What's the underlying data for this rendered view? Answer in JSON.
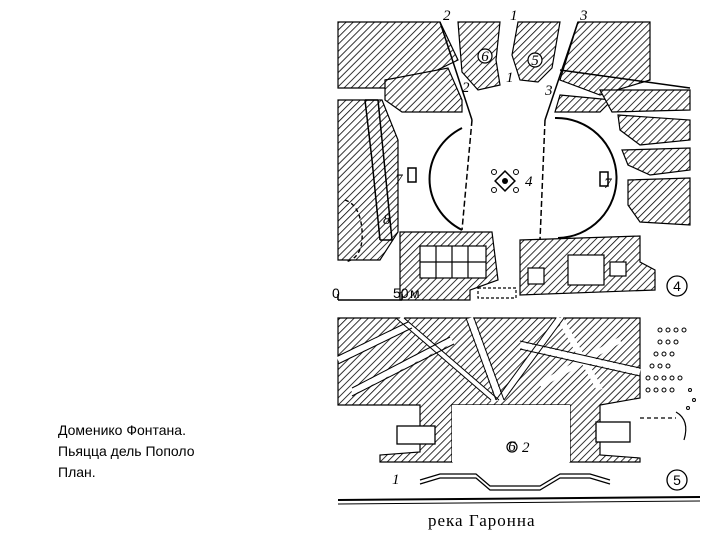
{
  "caption": {
    "line1": "Доменико Фонтана.",
    "line2": "Пьяцца дель Пополо",
    "line3": "План."
  },
  "plan_top": {
    "label_2_top": "2",
    "label_1_top": "1",
    "label_3_top": "3",
    "label_6_circle": "6",
    "label_5_circle": "5",
    "label_2_mid": "2",
    "label_1_mid": "1",
    "label_3_mid": "3",
    "label_4": "4",
    "label_7_left": "7",
    "label_7_right": "7",
    "label_8": "8",
    "scale_0": "0",
    "scale_50": "50",
    "scale_unit": "м",
    "figure_no": "4"
  },
  "plan_bottom": {
    "label_6_circle": "6",
    "label_2": "2",
    "label_1": "1",
    "river": "река Гаронна",
    "figure_no": "5"
  }
}
